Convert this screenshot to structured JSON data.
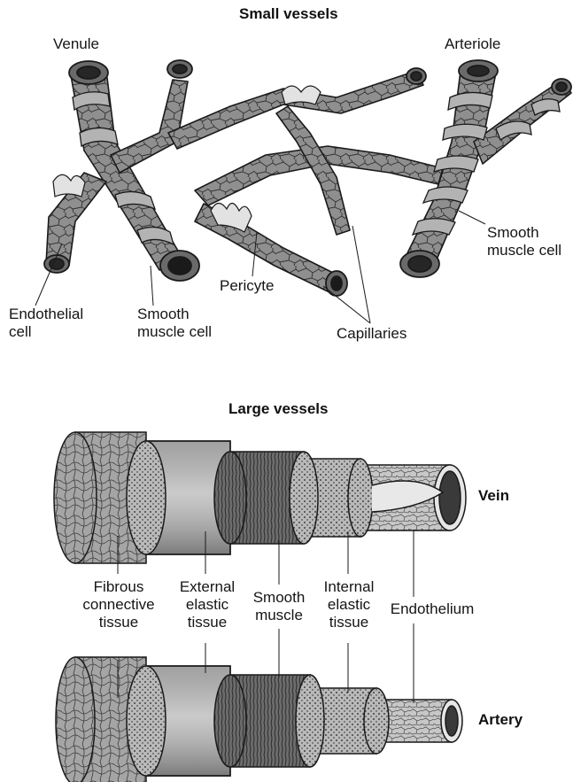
{
  "small_vessels": {
    "heading": "Small vessels",
    "labels": {
      "venule": "Venule",
      "arteriole": "Arteriole",
      "endothelial_cell": "Endothelial\ncell",
      "smooth_muscle_cell_left": "Smooth\nmuscle cell",
      "pericyte": "Pericyte",
      "capillaries": "Capillaries",
      "smooth_muscle_cell_right": "Smooth\nmuscle cell"
    }
  },
  "large_vessels": {
    "heading": "Large vessels",
    "vein_label": "Vein",
    "artery_label": "Artery",
    "layers": {
      "fibrous": "Fibrous\nconnective\ntissue",
      "external_elastic": "External\nelastic\ntissue",
      "smooth_muscle": "Smooth\nmuscle",
      "internal_elastic": "Internal\nelastic\ntissue",
      "endothelium": "Endothelium"
    }
  }
}
